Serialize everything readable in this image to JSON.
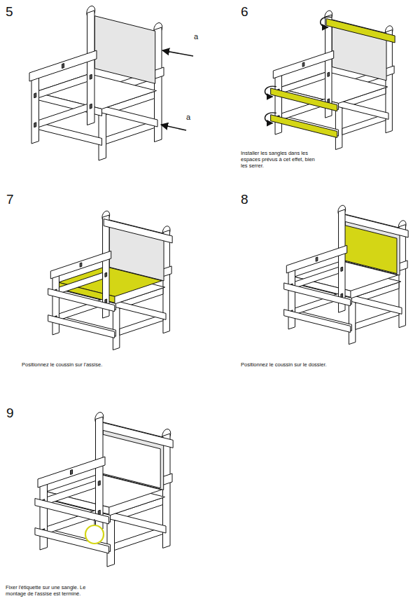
{
  "diagram": {
    "labels": [
      "5",
      "a",
      "a",
      "6",
      "Installer les sangles dans les espaces prévus à cet effet, bien les serrer.",
      "7",
      "Positionnez le coussin sur l'assise.",
      "8",
      "Positionnez le coussin sur le dossier.",
      "9",
      "Fixer l'étiquette sur une sangle. Le montage de l'assise est terminé."
    ]
  }
}
